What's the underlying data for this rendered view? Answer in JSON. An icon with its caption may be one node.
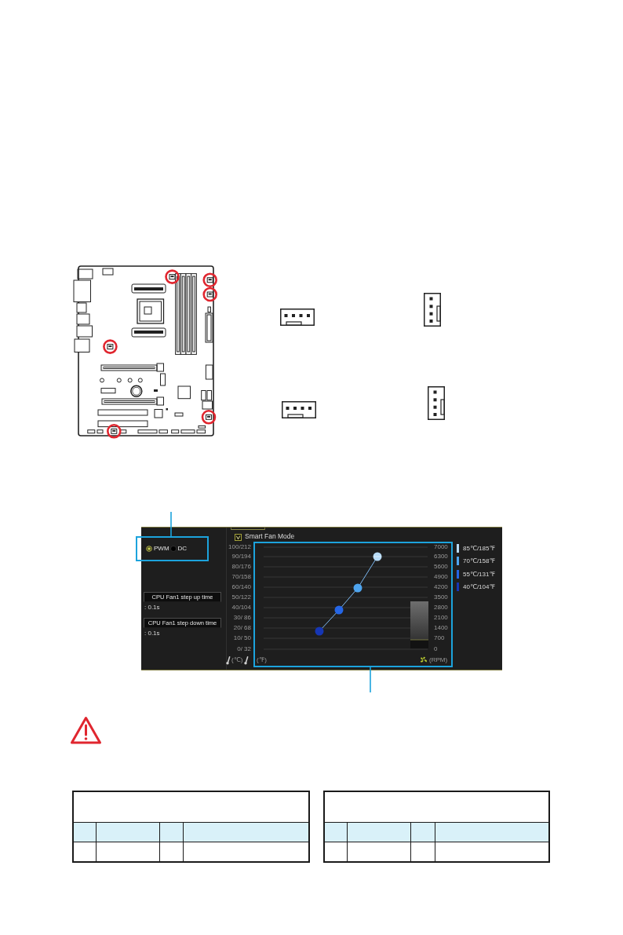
{
  "diagram": {
    "nodes": [
      {
        "text": [
          "PWM",
          "DC"
        ]
      },
      {
        "text": [],
        "shape": "box"
      },
      {
        "text": [
          "CPU Fan1 step up time"
        ],
        "beside": [
          ": 0.1s"
        ]
      },
      {
        "text": [
          "CPU Fan1 step down time"
        ],
        "beside": [
          ": 0.1s"
        ]
      }
    ],
    "edges": [
      {
        "from": null,
        "to": 0,
        "arrow": "none"
      },
      {
        "from": null,
        "to": 1,
        "arrow": "none"
      }
    ],
    "labels": [
      "Smart Fan Mode",
      "100/212",
      "90/194",
      "80/176",
      "70/158",
      "60/140",
      "50/122",
      "40/104",
      "30/ 86",
      "20/ 68",
      "10/ 50",
      "0/ 32",
      "7000",
      "6300",
      "5600",
      "4900",
      "4200",
      "3500",
      "2800",
      "2100",
      "1400",
      "700",
      "0",
      "(℃)",
      "(℉)",
      "(RPM)"
    ],
    "legend": [
      {
        "text": "85℃/185℉",
        "color": "#b8dcf8"
      },
      {
        "text": "70℃/158℉",
        "color": "#4ea4ee"
      },
      {
        "text": "55℃/131℉",
        "color": "#2566e6"
      },
      {
        "text": "40℃/104℉",
        "color": "#1636b4"
      }
    ]
  }
}
